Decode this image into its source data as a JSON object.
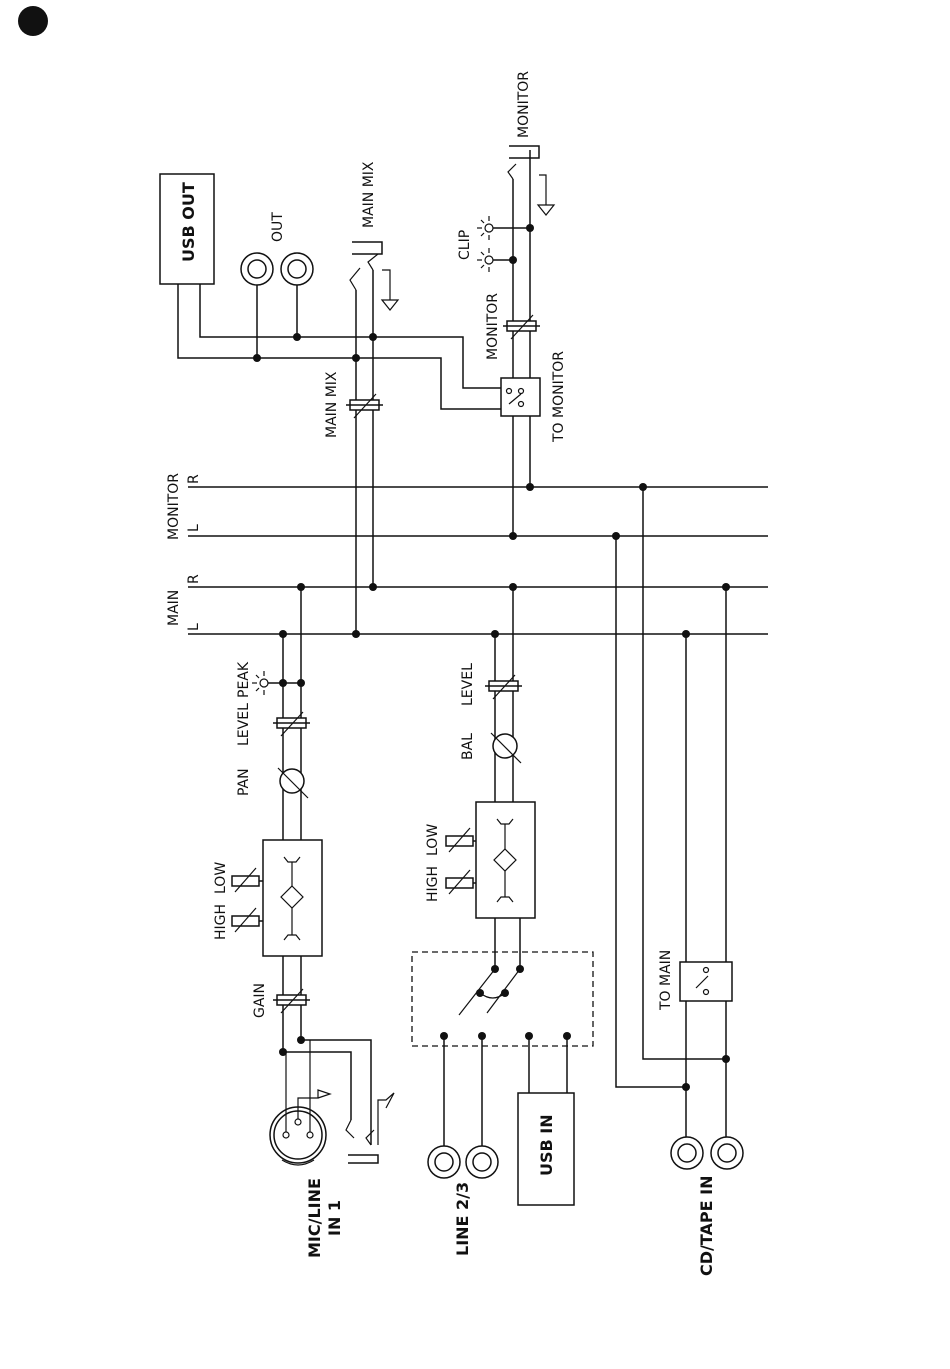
{
  "labels": {
    "monitor_top": "MONITOR",
    "main_mix_top": "MAIN MIX",
    "usb_out": "USB OUT",
    "out": "OUT",
    "clip": "CLIP",
    "monitor_ctrl": "MONITOR",
    "main_mix_ctrl": "MAIN MIX",
    "to_monitor": "TO MONITOR",
    "bus_monitor": "MONITOR",
    "bus_main": "MAIN",
    "bus_r": "R",
    "bus_l": "L",
    "bus_r2": "R",
    "bus_l2": "L",
    "peak": "PEAK",
    "level1": "LEVEL",
    "pan": "PAN",
    "low1": "LOW",
    "high1": "HIGH",
    "gain": "GAIN",
    "level2": "LEVEL",
    "bal": "BAL",
    "low2": "LOW",
    "high2": "HIGH",
    "to_main": "TO MAIN",
    "usb_in": "USB IN",
    "mic_line_1": "MIC/LINE",
    "mic_line_2": "IN 1",
    "line23": "LINE 2/3",
    "cdtape": "CD/TAPE IN"
  }
}
